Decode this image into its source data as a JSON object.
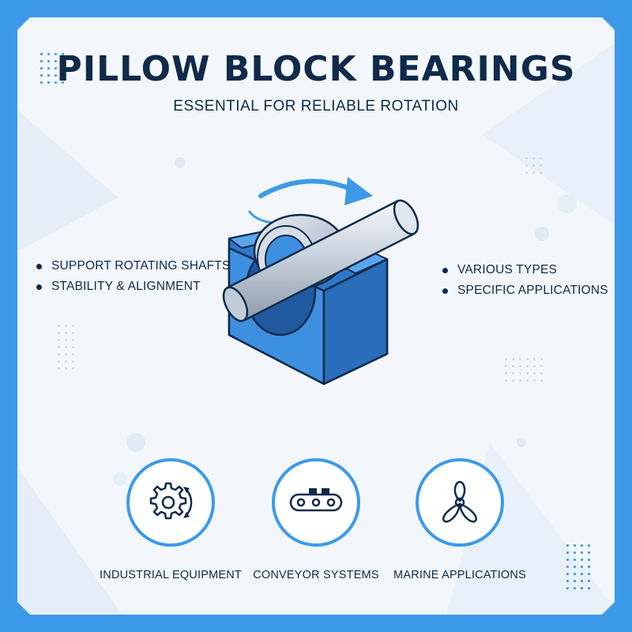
{
  "header": {
    "title": "PILLOW BLOCK BEARINGS",
    "subtitle": "ESSENTIAL FOR RELIABLE ROTATION"
  },
  "features_left": [
    "SUPPORT ROTATING SHAFTS",
    "STABILITY & ALIGNMENT"
  ],
  "features_right": [
    "VARIOUS TYPES",
    "SPECIFIC APPLICATIONS"
  ],
  "illustration": {
    "subject": "pillow-block-bearing",
    "rotation_arrow": "curved-arrow-icon"
  },
  "applications": [
    {
      "label": "INDUSTRIAL EQUIPMENT",
      "icon": "gear-rotation-icon"
    },
    {
      "label": "CONVEYOR SYSTEMS",
      "icon": "conveyor-icon"
    },
    {
      "label": "MARINE APPLICATIONS",
      "icon": "propeller-icon"
    }
  ],
  "colors": {
    "accent_blue": "#3d9ae8",
    "navy_text": "#0f2a4a",
    "background": "#f3f7fc"
  }
}
